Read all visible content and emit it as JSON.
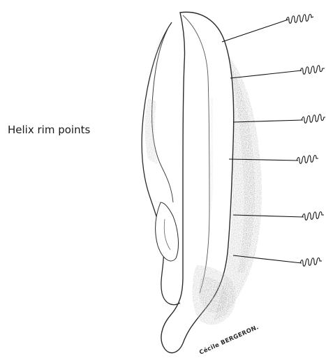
{
  "caption": "Helix rim points",
  "signature": "Cécile BERGERON.",
  "needle_markers": [
    {
      "name": "needle-marker-1"
    },
    {
      "name": "needle-marker-2"
    },
    {
      "name": "needle-marker-3"
    },
    {
      "name": "needle-marker-4"
    },
    {
      "name": "needle-marker-5"
    },
    {
      "name": "needle-marker-6"
    }
  ]
}
